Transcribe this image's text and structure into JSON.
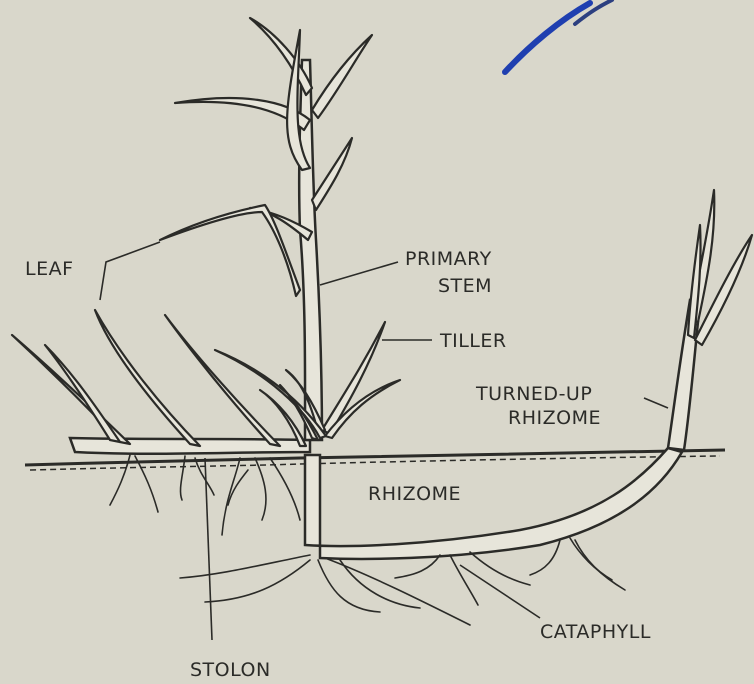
{
  "diagram": {
    "labels": {
      "leaf": "LEAF",
      "primary_stem_line1": "PRIMARY",
      "primary_stem_line2": "STEM",
      "tiller": "TILLER",
      "turned_up_rhizome_line1": "TURNED-UP",
      "turned_up_rhizome_line2": "RHIZOME",
      "rhizome": "RHIZOME",
      "cataphyll": "CATAPHYLL",
      "stolon": "STOLON"
    },
    "colors": {
      "paper": "#d9d7cb",
      "ink": "#2b2b28",
      "pen_mark": "#1f3fb0"
    }
  }
}
